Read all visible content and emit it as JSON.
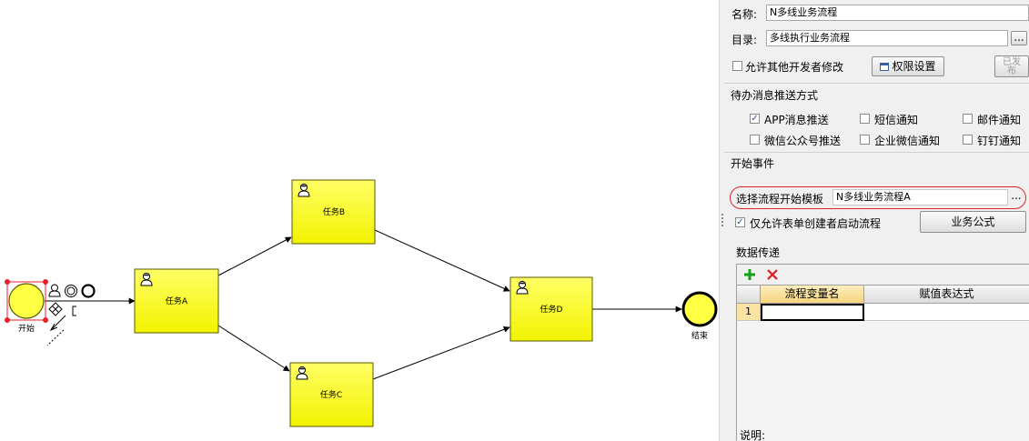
{
  "diagram": {
    "nodes": [
      {
        "id": "start",
        "type": "start-event",
        "label": "开始",
        "selected": true
      },
      {
        "id": "taskA",
        "type": "user-task",
        "label": "任务A"
      },
      {
        "id": "taskB",
        "type": "user-task",
        "label": "任务B"
      },
      {
        "id": "taskC",
        "type": "user-task",
        "label": "任务C"
      },
      {
        "id": "taskD",
        "type": "user-task",
        "label": "任务D"
      },
      {
        "id": "end",
        "type": "end-event",
        "label": "结束"
      }
    ],
    "edges": [
      [
        "start",
        "taskA"
      ],
      [
        "taskA",
        "taskB"
      ],
      [
        "taskA",
        "taskC"
      ],
      [
        "taskB",
        "taskD"
      ],
      [
        "taskC",
        "taskD"
      ],
      [
        "taskD",
        "end"
      ]
    ],
    "colors": {
      "node_fill": "#ffff44",
      "node_stroke": "#5a5a00",
      "selection": "#e8202a"
    }
  },
  "panel": {
    "name_label": "名称:",
    "name_value": "N多线业务流程",
    "dir_label": "目录:",
    "dir_value": "多线执行业务流程",
    "dots": "...",
    "allow_other_dev": "允许其他开发者修改",
    "permission_btn": "权限设置",
    "publish_btn_line1": "已发",
    "publish_btn_line2": "布",
    "push_section": "待办消息推送方式",
    "push_options": [
      {
        "label": "APP消息推送",
        "checked": true
      },
      {
        "label": "短信通知",
        "checked": false
      },
      {
        "label": "邮件通知",
        "checked": false
      },
      {
        "label": "微信公众号推送",
        "checked": false
      },
      {
        "label": "企业微信通知",
        "checked": false
      },
      {
        "label": "钉钉通知",
        "checked": false
      }
    ],
    "start_event_section": "开始事件",
    "template_label": "选择流程开始模板",
    "template_value": "N多线业务流程A",
    "creator_only": "仅允许表单创建者启动流程",
    "creator_only_checked": true,
    "formula_btn": "业务公式",
    "data_transfer": "数据传递",
    "grid": {
      "columns": [
        "流程变量名",
        "赋值表达式"
      ],
      "rows": [
        {
          "index": "1",
          "var": "",
          "expr": ""
        }
      ]
    },
    "desc_label": "说明:",
    "check_mark": "✓"
  }
}
